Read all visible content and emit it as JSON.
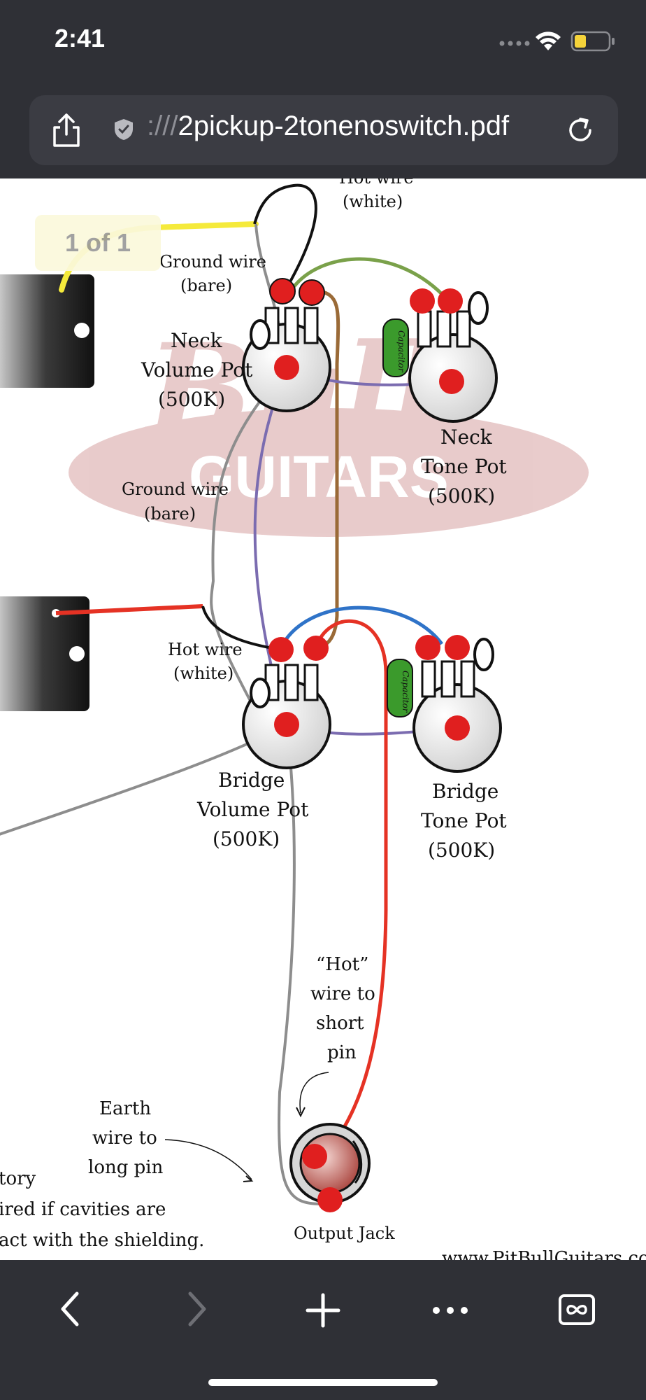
{
  "status_bar": {
    "time": "2:41"
  },
  "url_bar": {
    "url_dim": ":///",
    "url_main": "2pickup-2tonenoswitch.pdf"
  },
  "page_indicator": "1 of 1",
  "diagram": {
    "labels": {
      "hot_wire_top": "Hot wire",
      "white_top": "(white)",
      "ground_wire_1": "Ground wire",
      "bare_1": "(bare)",
      "neck_volume_1": "Neck",
      "neck_volume_2": "Volume Pot",
      "neck_volume_3": "(500K)",
      "neck_tone_1": "Neck",
      "neck_tone_2": "Tone Pot",
      "neck_tone_3": "(500K)",
      "ground_wire_2": "Ground wire",
      "bare_2": "(bare)",
      "hot_wire_mid": "Hot wire",
      "white_mid": "(white)",
      "bridge_volume_1": "Bridge",
      "bridge_volume_2": "Volume Pot",
      "bridge_volume_3": "(500K)",
      "bridge_tone_1": "Bridge",
      "bridge_tone_2": "Tone Pot",
      "bridge_tone_3": "(500K)",
      "capacitor_1": "Capacitor",
      "capacitor_2": "Capacitor",
      "hot_short_1": "“Hot”",
      "hot_short_2": "wire to",
      "hot_short_3": "short",
      "hot_short_4": "pin",
      "earth_1": "Earth",
      "earth_2": "wire to",
      "earth_3": "long pin",
      "note_1": "tory",
      "note_2": "ired if cavities are",
      "note_3": "act with the shielding.",
      "output_jack": "Output Jack",
      "website": "www.PitBullGuitars.com",
      "watermark_1": "Bull",
      "watermark_2": "GUITARS"
    }
  },
  "colors": {
    "wire_yellow": "#f5ea3b",
    "wire_green": "#7aa14a",
    "wire_brown": "#9a6a37",
    "wire_purple": "#7b6cb0",
    "wire_blue": "#2f73c8",
    "wire_red": "#e53224",
    "lug_red": "#e01f1f"
  },
  "toolbar": {
    "back": "back-icon",
    "forward": "forward-icon",
    "new_tab": "plus-icon",
    "more": "more-icon",
    "tabs": "tabs-icon"
  }
}
